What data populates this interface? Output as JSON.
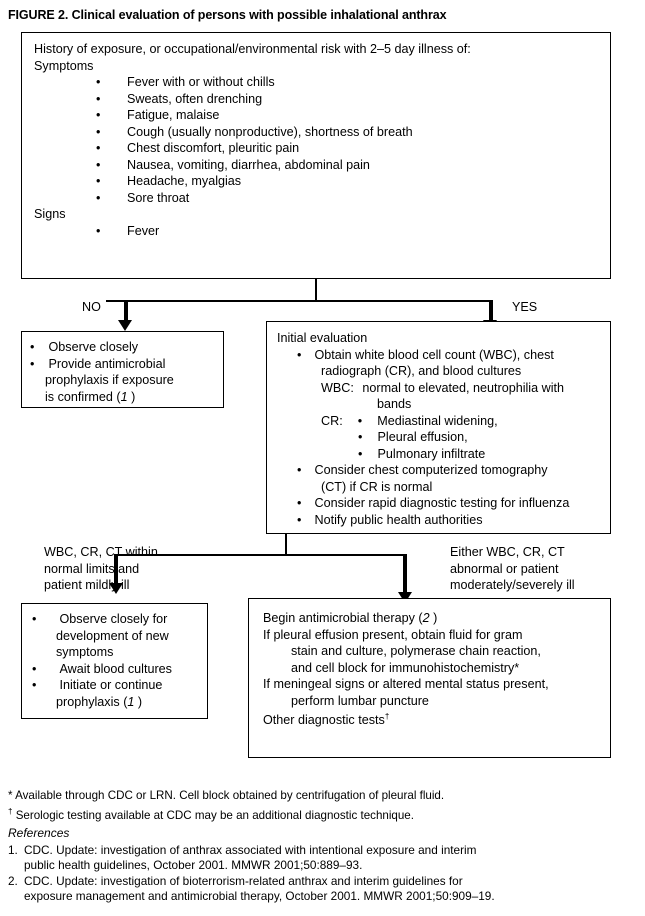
{
  "figure": {
    "title": "FIGURE 2. Clinical evaluation of persons with possible inhalational anthrax"
  },
  "boxes": {
    "history": {
      "heading": "History of exposure, or occupational/environmental risk with 2–5 day illness of:",
      "symptoms_label": "Symptoms",
      "symptoms": [
        "Fever with or without chills",
        "Sweats, often drenching",
        "Fatigue, malaise",
        "Cough (usually nonproductive), shortness of breath",
        "Chest discomfort, pleuritic pain",
        "Nausea, vomiting, diarrhea, abdominal pain",
        "Headache, myalgias",
        "Sore throat"
      ],
      "signs_label": "Signs",
      "signs": [
        "Fever"
      ]
    },
    "no_branch": {
      "items": [
        "Observe closely",
        "Provide antimicrobial prophylaxis if exposure is confirmed (1 )"
      ],
      "item1": "Observe closely",
      "item2_a": "Provide antimicrobial",
      "item2_b": "prophylaxis if exposure",
      "item2_c_pre": "is confirmed (",
      "item2_c_ref": "1",
      "item2_c_post": " )"
    },
    "initial_evaluation": {
      "heading": "Initial evaluation",
      "obtain_line1": "Obtain white blood cell count (WBC), chest",
      "obtain_line2": "radiograph (CR), and blood cultures",
      "wbc_label": "WBC:",
      "wbc_line1": "normal to elevated, neutrophilia with",
      "wbc_line2": "bands",
      "cr_label": "CR:",
      "cr_findings": [
        "Mediastinal widening,",
        "Pleural effusion,",
        "Pulmonary infiltrate"
      ],
      "consider_ct_line1": "Consider chest computerized tomography",
      "consider_ct_line2": "(CT) if CR is normal",
      "consider_influenza": "Consider rapid diagnostic testing for influenza",
      "notify": "Notify public health authorities"
    },
    "observe_develop": {
      "item1_a": "Observe closely for",
      "item1_b": "development of new",
      "item1_c": "symptoms",
      "item2": "Await blood cultures",
      "item3_a": "Initiate or continue",
      "item3_b_pre": "prophylaxis (",
      "item3_b_ref": "1",
      "item3_b_post": " )"
    },
    "therapy": {
      "begin_pre": "Begin antimicrobial therapy (",
      "begin_ref": "2",
      "begin_post": " )",
      "effusion_line1": "If pleural effusion present, obtain fluid for gram",
      "effusion_line2": "stain and culture, polymerase chain reaction,",
      "effusion_line3": "and cell block for immunohistochemistry*",
      "meningeal_line1": "If meningeal signs or altered mental status present,",
      "meningeal_line2": "perform lumbar puncture",
      "other_tests": "Other diagnostic tests",
      "other_tests_marker": "†"
    }
  },
  "labels": {
    "no": "NO",
    "yes": "YES",
    "within_normal_line1": "WBC, CR, CT within",
    "within_normal_line2": "normal limits and",
    "within_normal_line3": "patient mildly ill",
    "abnormal_line1": "Either WBC, CR, CT",
    "abnormal_line2": "abnormal or patient",
    "abnormal_line3": "moderately/severely ill"
  },
  "footnotes": [
    {
      "marker": "*",
      "text": "Available through CDC or LRN. Cell block obtained by centrifugation of pleural fluid."
    },
    {
      "marker": "†",
      "text": "Serologic testing available at CDC may be an additional diagnostic technique."
    }
  ],
  "references": {
    "title": "References",
    "items": [
      {
        "num": "1.",
        "line1": "CDC. Update: investigation of anthrax associated with intentional exposure and interim",
        "line2": "public health guidelines, October 2001. MMWR 2001;50:889–93."
      },
      {
        "num": "2.",
        "line1": "CDC. Update: investigation of bioterrorism-related anthrax and interim guidelines for",
        "line2": "exposure management and antimicrobial therapy, October 2001. MMWR 2001;50:909–19."
      }
    ]
  }
}
